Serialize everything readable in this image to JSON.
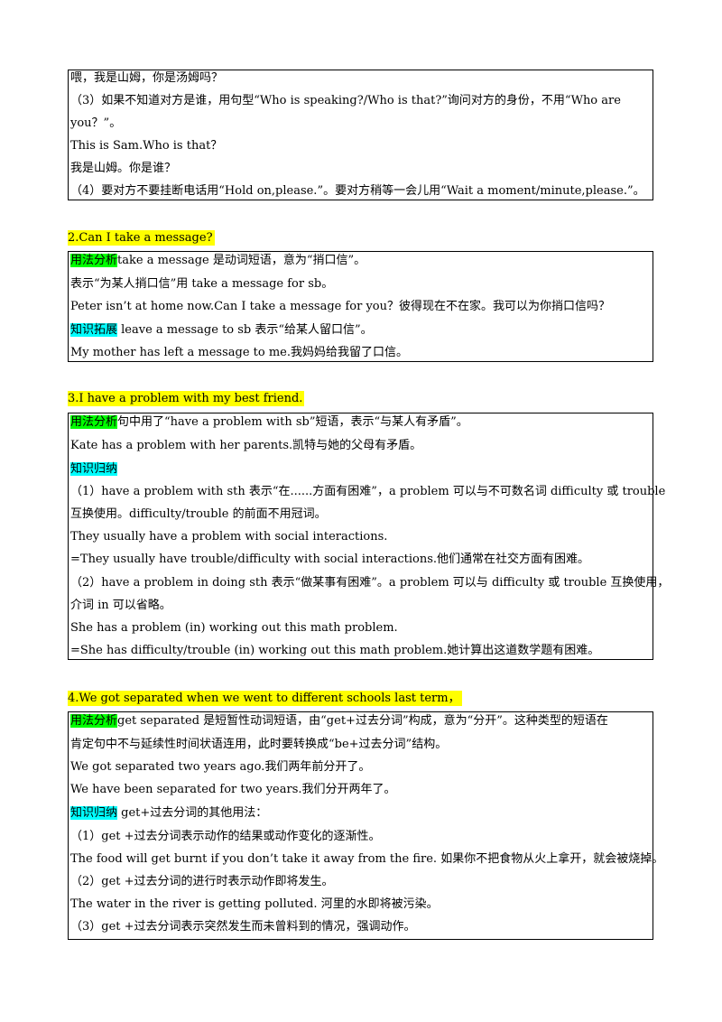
{
  "box1": {
    "lines": [
      "喂，我是山姆，你是汤姆吗？",
      "（3）如果不知道对方是谁，用句型“Who is speaking?/Who is that?”询问对方的身份，不用“Who are",
      "you？”。",
      "This is Sam.Who is that？",
      "我是山姆。你是谁？",
      "（4）要对方不要挂断电话用“Hold on,please.”。要对方稍等一会儿用“Wait a moment/minute,please.”。"
    ]
  },
  "sec2": {
    "heading": "2.Can I take a message?",
    "tag1": "用法分析",
    "line1_rest": "take a message 是动词短语，意为“捎口信”。",
    "line2": "表示“为某人捎口信”用 take a message for sb。",
    "line3": "Peter isn’t at home now.Can I take a message for you？彼得现在不在家。我可以为你捎口信吗？",
    "tag2": "知识拓展",
    "line4_rest": " leave a message to sb 表示“给某人留口信”。",
    "line5": "My mother has left a message to me.我妈妈给我留了口信。"
  },
  "sec3": {
    "heading": "3.I have a problem with my best friend.",
    "tag1": "用法分析",
    "line1_rest": "句中用了“have a problem with sb”短语，表示“与某人有矛盾”。",
    "line2": "Kate  has  a problem with her parents.凯特与她的父母有矛盾。",
    "tag2": "知识归纳",
    "line4": "（1）have a problem with sth 表示“在......方面有困难”，a problem 可以与不可数名词 difficulty 或 trouble",
    "line5": "互换使用。difficulty/trouble 的前面不用冠词。",
    "line6": "They usually have  a problem  with social interactions.",
    "line7": "=They usually have trouble/difficulty with social interactions.他们通常在社交方面有困难。",
    "line8": "（2）have a problem in doing sth 表示“做某事有困难”。a problem 可以与 difficulty 或 trouble 互换使用，",
    "line9": "介词 in 可以省略。",
    "line10": "She has  a problem  (in) working out this math problem.",
    "line11": "=She has  difficulty/trouble  (in) working out this math problem.她计算出这道数学题有困难。"
  },
  "sec4": {
    "heading": "4.We got  separated  when we went to different schools last term，",
    "tag1": "用法分析",
    "line1_rest": "get  separated 是短暂性动词短语，由“get+过去分词”构成，意为“分开”。这种类型的短语在",
    "line2": "肯定句中不与延续性时间状语连用，此时要转换成“be+过去分词”结构。",
    "line3": "We got  separated  two years ago.我们两年前分开了。",
    "line4": "We have been separated for two years.我们分开两年了。",
    "tag2": "知识归纳",
    "line5_rest": " get+过去分词的其他用法：",
    "line6": "（1）get +过去分词表示动作的结果或动作变化的逐渐性。",
    "line7": "The food will get burnt if you don’t take it away from the fire.  如果你不把食物从火上拿开，就会被烧掉。",
    "line8": "（2）get +过去分词的进行时表示动作即将发生。",
    "line9": "The water in the river is getting polluted.  河里的水即将被污染。",
    "line10": "（3）get +过去分词表示突然发生而未曾料到的情况，强调动作。"
  }
}
